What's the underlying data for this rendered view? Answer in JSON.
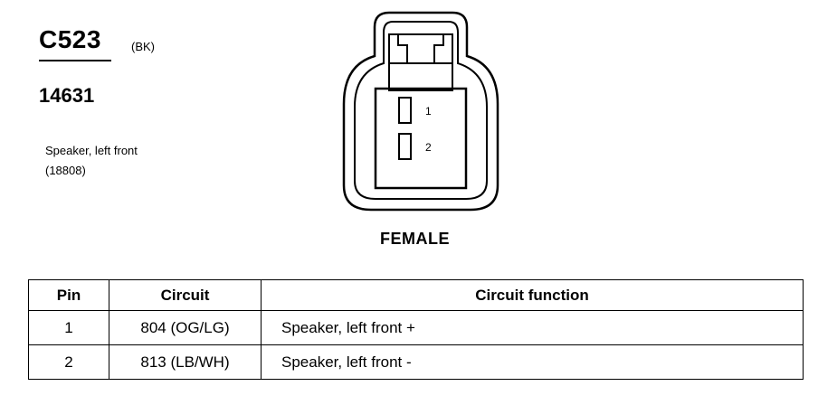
{
  "connector": {
    "id": "C523",
    "color": "(BK)",
    "part_number": "14631",
    "component_name": "Speaker, left front",
    "component_code": "(18808)",
    "gender": "FEMALE"
  },
  "drawing": {
    "pin_labels": [
      "1",
      "2"
    ]
  },
  "table": {
    "headers": [
      "Pin",
      "Circuit",
      "Circuit function"
    ],
    "rows": [
      {
        "pin": "1",
        "circuit": "804 (OG/LG)",
        "function": "Speaker, left front  +"
      },
      {
        "pin": "2",
        "circuit": "813 (LB/WH)",
        "function": "Speaker, left front  -"
      }
    ]
  }
}
